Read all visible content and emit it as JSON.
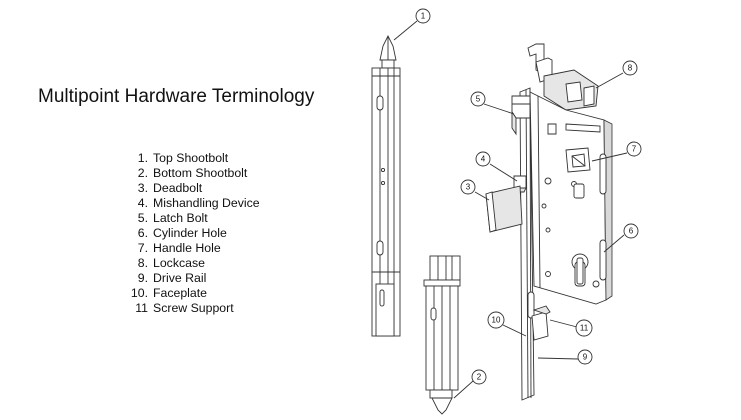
{
  "title": "Multipoint Hardware Terminology",
  "legend": [
    {
      "num": "1.",
      "label": "Top Shootbolt"
    },
    {
      "num": "2.",
      "label": "Bottom Shootbolt"
    },
    {
      "num": "3.",
      "label": "Deadbolt"
    },
    {
      "num": "4.",
      "label": "Mishandling Device"
    },
    {
      "num": "5.",
      "label": "Latch Bolt"
    },
    {
      "num": "6.",
      "label": "Cylinder Hole"
    },
    {
      "num": "7.",
      "label": "Handle Hole"
    },
    {
      "num": "8.",
      "label": "Lockcase"
    },
    {
      "num": "9.",
      "label": "Drive Rail"
    },
    {
      "num": "10.",
      "label": "Faceplate"
    },
    {
      "num": "11",
      "label": "Screw Support"
    }
  ],
  "callouts": [
    "1",
    "2",
    "3",
    "4",
    "5",
    "6",
    "7",
    "8",
    "9",
    "10",
    "11"
  ]
}
